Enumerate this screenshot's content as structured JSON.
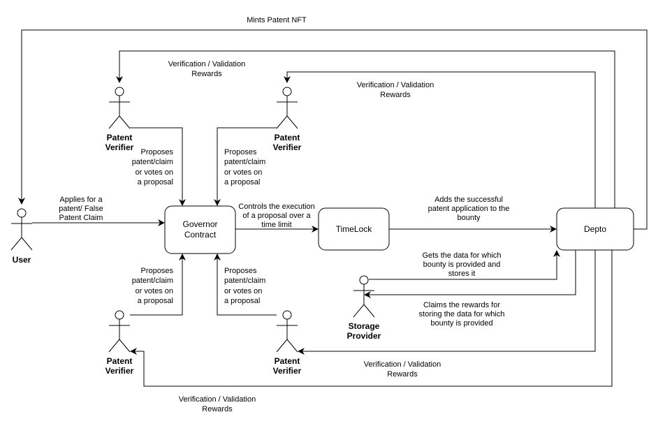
{
  "nodes": {
    "governor": [
      "Governor",
      "Contract"
    ],
    "timelock": "TimeLock",
    "depto": "Depto"
  },
  "actors": {
    "user": "User",
    "verifier_top_left": [
      "Patent",
      "Verifier"
    ],
    "verifier_top_right": [
      "Patent",
      "Verifier"
    ],
    "verifier_bottom_left": [
      "Patent",
      "Verifier"
    ],
    "verifier_bottom_right": [
      "Patent",
      "Verifier"
    ],
    "storage_provider": [
      "Storage",
      "Provider"
    ]
  },
  "edges": {
    "mints_nft": "Mints Patent NFT",
    "rewards_top_left": [
      "Verification / Validation",
      "Rewards"
    ],
    "rewards_top_right": [
      "Verification / Validation",
      "Rewards"
    ],
    "rewards_bottom_right": [
      "Verification / Validation",
      "Rewards"
    ],
    "rewards_bottom_left": [
      "Verification / Validation",
      "Rewards"
    ],
    "propose_top_left": [
      "Proposes",
      "patent/claim",
      "or votes on",
      "a proposal"
    ],
    "propose_top_right": [
      "Proposes",
      "patent/claim",
      "or votes on",
      "a proposal"
    ],
    "propose_bottom_left": [
      "Proposes",
      "patent/claim",
      "or votes on",
      "a proposal"
    ],
    "propose_bottom_right": [
      "Proposes",
      "patent/claim",
      "or votes on",
      "a proposal"
    ],
    "applies": [
      "Applies for a",
      "patent/ False",
      "Patent Claim"
    ],
    "controls": [
      "Controls the execution",
      "of a proposal over a",
      "time limit"
    ],
    "adds": [
      "Adds the successful",
      "patent application to the",
      "bounty"
    ],
    "gets_data": [
      "Gets the data for which",
      "bounty is provided and",
      "stores it"
    ],
    "claims": [
      "Claims the rewards for",
      "storing the data for which",
      "bounty is provided"
    ]
  }
}
